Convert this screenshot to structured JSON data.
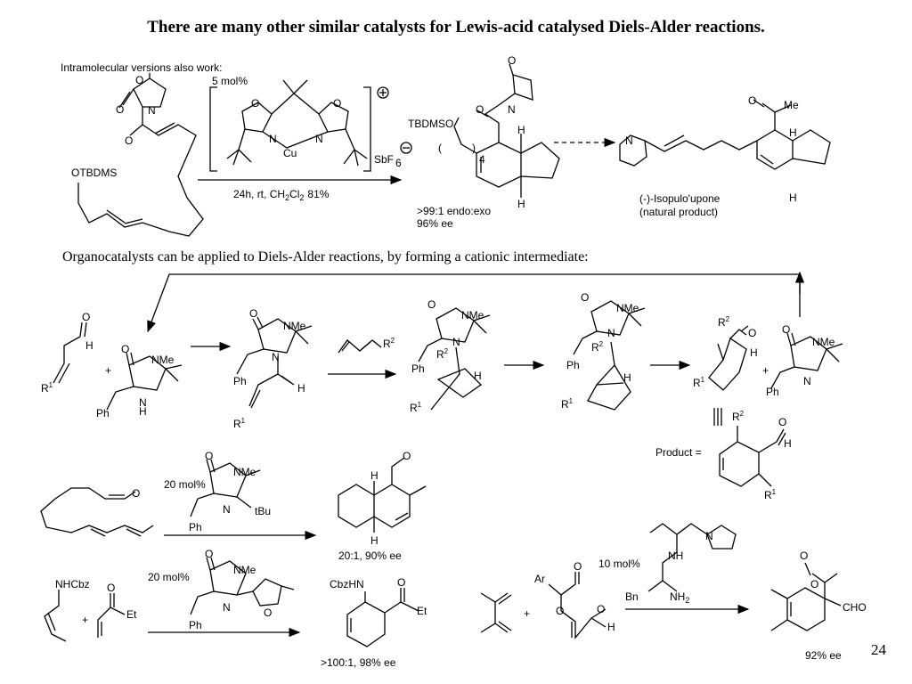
{
  "title": "There are many other similar catalysts for Lewis-acid catalysed Diels-Alder reactions.",
  "section2": "Organocatalysts can be applied to Diels-Alder reactions, by forming a cationic intermediate:",
  "page_number": "24",
  "intramolecular": {
    "heading": "Intramolecular versions also work:",
    "loading": "5 mol%",
    "counterion": "SbF",
    "conditions": "24h, rt, CH",
    "conditions_rest": "Cl",
    "conditions_yield": "81%",
    "substituent": "OTBDMS",
    "tbdms": "TBDMSO",
    "chain_n": "4",
    "ratio": ">99:1 endo:exo",
    "ee": "96% ee",
    "product_name": "(-)-Isopulo'upone",
    "product_note": "(natural product)",
    "atoms": {
      "O": "O",
      "N": "N",
      "Cu": "Cu",
      "H": "H",
      "Me": "Me"
    }
  },
  "organocatalysis": {
    "NMe": "NMe",
    "NH": "N",
    "H": "H",
    "Ph": "Ph",
    "R1": "R",
    "R2": "R",
    "product_label": "Product =",
    "plus": "+"
  },
  "example1": {
    "loading": "20 mol%",
    "tBu": "tBu",
    "result": "20:1, 90% ee"
  },
  "example2": {
    "loading": "20 mol%",
    "NHCbz": "NHCbz",
    "CbzHN": "CbzHN",
    "Et": "Et",
    "result": ">100:1, 98% ee"
  },
  "example3": {
    "loading": "10 mol%",
    "Ar": "Ar",
    "Bn": "Bn",
    "NH": "NH",
    "NH2": "NH",
    "CHO": "CHO",
    "result": "92% ee"
  }
}
